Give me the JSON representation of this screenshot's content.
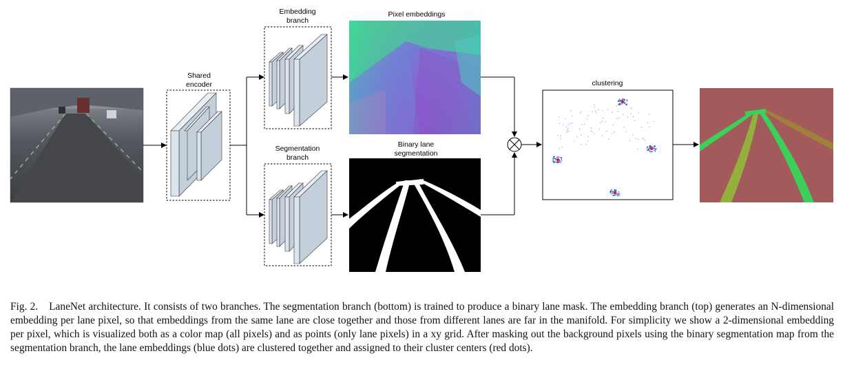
{
  "figure": {
    "labels": {
      "shared_encoder": [
        "Shared",
        "encoder"
      ],
      "embedding_branch": [
        "Embedding",
        "branch"
      ],
      "segmentation_branch": [
        "Segmentation",
        "branch"
      ],
      "pixel_embeddings": "Pixel embeddings",
      "binary_segmentation": [
        "Binary lane",
        "segmentation"
      ],
      "clustering": "clustering"
    },
    "colors": {
      "layer_front": "#c4cfdc",
      "layer_side": "#dce4ee",
      "layer_top": "#e8eef5",
      "embedding_green": "#3fdc86",
      "embedding_purple": "#8a5ad0",
      "instance_background": "#a35a5a",
      "instance_lane_green": "#3ccf5a",
      "instance_lane_olive": "#94b03c",
      "instance_lane_brown": "#a0803a",
      "cluster_point": "#3b5fb5",
      "cluster_center": "#d0203a"
    },
    "icons": {
      "multiply_operator": "circled-times-icon"
    }
  },
  "caption": {
    "fig_number": "Fig. 2.",
    "text": "LaneNet architecture. It consists of two branches. The segmentation branch (bottom) is trained to produce a binary lane mask. The embedding branch (top) generates an N-dimensional embedding per lane pixel, so that embeddings from the same lane are close together and those from different lanes are far in the manifold. For simplicity we show a 2-dimensional embedding per pixel, which is visualized both as a color map (all pixels) and as points (only lane pixels) in a xy grid. After masking out the background pixels using the binary segmentation map from the segmentation branch, the lane embeddings (blue dots) are clustered together and assigned to their cluster centers (red dots)."
  }
}
